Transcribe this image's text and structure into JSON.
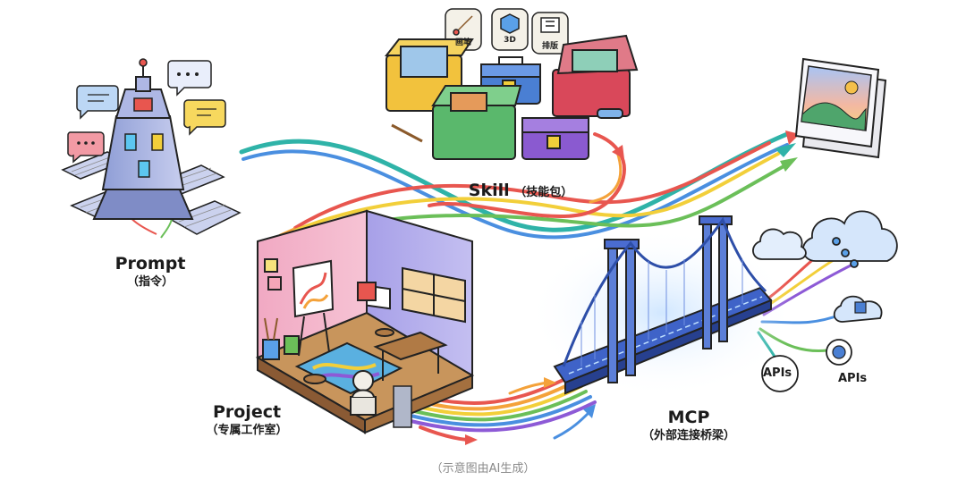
{
  "nodes": {
    "prompt": {
      "title": "Prompt",
      "subtitle": "（指令）"
    },
    "skill": {
      "title": "Skill",
      "subtitle": "（技能包）"
    },
    "project": {
      "title": "Project",
      "subtitle": "（专属工作室）"
    },
    "mcp": {
      "title": "MCP",
      "subtitle": "（外部连接桥梁）"
    }
  },
  "skill_tags": [
    "画笔",
    "3D",
    "排版"
  ],
  "api_labels": [
    "APIs",
    "APIs"
  ],
  "caption": "（示意图由AI生成）",
  "colors": {
    "flow_red": "#e8564f",
    "flow_orange": "#f4a23a",
    "flow_yellow": "#f2cf3a",
    "flow_green": "#6bbf59",
    "flow_teal": "#2fb3a8",
    "flow_blue": "#4a8fe0",
    "flow_purple": "#8d5ad6",
    "bridge_blue": "#3f63c8",
    "ink": "#222222"
  }
}
